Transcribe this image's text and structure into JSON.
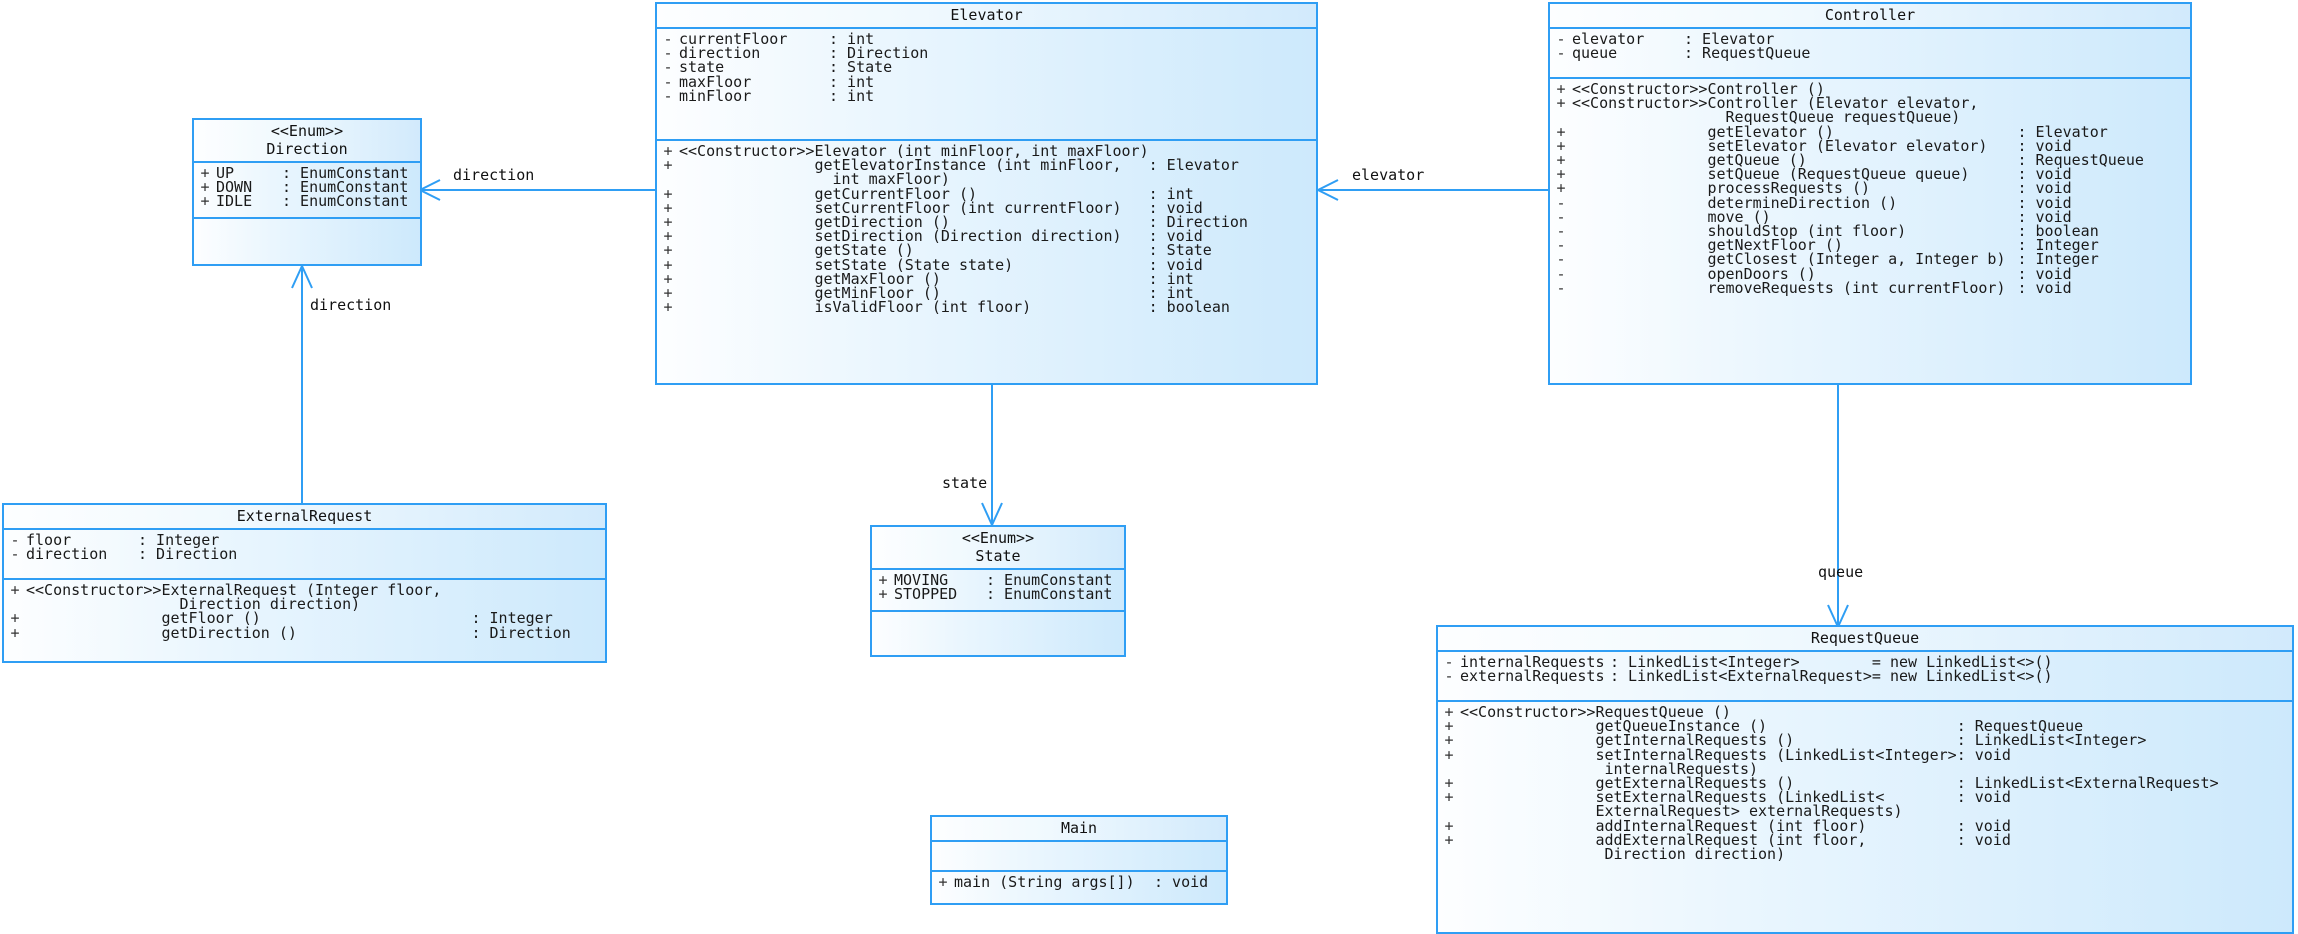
{
  "diagram": {
    "title": "Elevator System UML Class Diagram",
    "type": "uml-class-diagram",
    "background": "#ffffff",
    "colors": {
      "border": "#2f9ef4",
      "fill_light": "#fdfeff",
      "fill_dark": "#cde9fc",
      "edge": "#2f9ef4",
      "text": "#111111"
    }
  },
  "classes": {
    "elevator": {
      "name": "Elevator",
      "stereotype": "",
      "attributes": [
        {
          "vis": "-",
          "stereo": "",
          "sig": "currentFloor",
          "sep": ":",
          "type": "int"
        },
        {
          "vis": "-",
          "stereo": "",
          "sig": "direction",
          "sep": ":",
          "type": "Direction"
        },
        {
          "vis": "-",
          "stereo": "",
          "sig": "state",
          "sep": ":",
          "type": "State"
        },
        {
          "vis": "-",
          "stereo": "",
          "sig": "maxFloor",
          "sep": ":",
          "type": "int"
        },
        {
          "vis": "-",
          "stereo": "",
          "sig": "minFloor",
          "sep": ":",
          "type": "int"
        }
      ],
      "operations": [
        {
          "vis": "+",
          "stereo": "<<Constructor>>",
          "sig": "Elevator (int minFloor, int maxFloor)",
          "type": ""
        },
        {
          "vis": "+",
          "stereo": "",
          "sig": "getElevatorInstance (int minFloor,",
          "type": ": Elevator"
        },
        {
          "vis": "",
          "stereo": "",
          "sig": "  int maxFloor)",
          "type": "",
          "continuation": true
        },
        {
          "vis": "+",
          "stereo": "",
          "sig": "getCurrentFloor ()",
          "type": ": int"
        },
        {
          "vis": "+",
          "stereo": "",
          "sig": "setCurrentFloor (int currentFloor)",
          "type": ": void"
        },
        {
          "vis": "+",
          "stereo": "",
          "sig": "getDirection ()",
          "type": ": Direction"
        },
        {
          "vis": "+",
          "stereo": "",
          "sig": "setDirection (Direction direction)",
          "type": ": void"
        },
        {
          "vis": "+",
          "stereo": "",
          "sig": "getState ()",
          "type": ": State"
        },
        {
          "vis": "+",
          "stereo": "",
          "sig": "setState (State state)",
          "type": ": void"
        },
        {
          "vis": "+",
          "stereo": "",
          "sig": "getMaxFloor ()",
          "type": ": int"
        },
        {
          "vis": "+",
          "stereo": "",
          "sig": "getMinFloor ()",
          "type": ": int"
        },
        {
          "vis": "+",
          "stereo": "",
          "sig": "isValidFloor (int floor)",
          "type": ": boolean"
        }
      ]
    },
    "controller": {
      "name": "Controller",
      "stereotype": "",
      "attributes": [
        {
          "vis": "-",
          "stereo": "",
          "sig": "elevator",
          "sep": ":",
          "type": "Elevator"
        },
        {
          "vis": "-",
          "stereo": "",
          "sig": "queue",
          "sep": ":",
          "type": "RequestQueue"
        }
      ],
      "operations": [
        {
          "vis": "+",
          "stereo": "<<Constructor>>",
          "sig": "Controller ()",
          "type": ""
        },
        {
          "vis": "+",
          "stereo": "<<Constructor>>",
          "sig": "Controller (Elevator elevator,",
          "type": ""
        },
        {
          "vis": "",
          "stereo": "",
          "sig": "  RequestQueue requestQueue)",
          "type": "",
          "continuation": true
        },
        {
          "vis": "+",
          "stereo": "",
          "sig": "getElevator ()",
          "type": ": Elevator"
        },
        {
          "vis": "+",
          "stereo": "",
          "sig": "setElevator (Elevator elevator)",
          "type": ": void"
        },
        {
          "vis": "+",
          "stereo": "",
          "sig": "getQueue ()",
          "type": ": RequestQueue"
        },
        {
          "vis": "+",
          "stereo": "",
          "sig": "setQueue (RequestQueue queue)",
          "type": ": void"
        },
        {
          "vis": "+",
          "stereo": "",
          "sig": "processRequests ()",
          "type": ": void"
        },
        {
          "vis": "-",
          "stereo": "",
          "sig": "determineDirection ()",
          "type": ": void"
        },
        {
          "vis": "-",
          "stereo": "",
          "sig": "move ()",
          "type": ": void"
        },
        {
          "vis": "-",
          "stereo": "",
          "sig": "shouldStop (int floor)",
          "type": ": boolean"
        },
        {
          "vis": "-",
          "stereo": "",
          "sig": "getNextFloor ()",
          "type": ": Integer"
        },
        {
          "vis": "-",
          "stereo": "",
          "sig": "getClosest (Integer a, Integer b)",
          "type": ": Integer"
        },
        {
          "vis": "-",
          "stereo": "",
          "sig": "openDoors ()",
          "type": ": void"
        },
        {
          "vis": "-",
          "stereo": "",
          "sig": "removeRequests (int currentFloor)",
          "type": ": void"
        }
      ]
    },
    "direction": {
      "name": "Direction",
      "stereotype": "<<Enum>>",
      "attributes": [
        {
          "vis": "+",
          "stereo": "",
          "sig": "UP",
          "sep": ":",
          "type": "EnumConstant"
        },
        {
          "vis": "+",
          "stereo": "",
          "sig": "DOWN",
          "sep": ":",
          "type": "EnumConstant"
        },
        {
          "vis": "+",
          "stereo": "",
          "sig": "IDLE",
          "sep": ":",
          "type": "EnumConstant"
        }
      ],
      "operations": []
    },
    "state": {
      "name": "State",
      "stereotype": "<<Enum>>",
      "attributes": [
        {
          "vis": "+",
          "stereo": "",
          "sig": "MOVING",
          "sep": ":",
          "type": "EnumConstant"
        },
        {
          "vis": "+",
          "stereo": "",
          "sig": "STOPPED",
          "sep": ":",
          "type": "EnumConstant"
        }
      ],
      "operations": []
    },
    "external_request": {
      "name": "ExternalRequest",
      "stereotype": "",
      "attributes": [
        {
          "vis": "-",
          "stereo": "",
          "sig": "floor",
          "sep": ":",
          "type": "Integer"
        },
        {
          "vis": "-",
          "stereo": "",
          "sig": "direction",
          "sep": ":",
          "type": "Direction"
        }
      ],
      "operations": [
        {
          "vis": "+",
          "stereo": "<<Constructor>>",
          "sig": "ExternalRequest (Integer floor,",
          "type": ""
        },
        {
          "vis": "",
          "stereo": "",
          "sig": "  Direction direction)",
          "type": "",
          "continuation": true
        },
        {
          "vis": "+",
          "stereo": "",
          "sig": "getFloor ()",
          "type": ": Integer"
        },
        {
          "vis": "+",
          "stereo": "",
          "sig": "getDirection ()",
          "type": ": Direction"
        }
      ]
    },
    "request_queue": {
      "name": "RequestQueue",
      "stereotype": "",
      "attributes": [
        {
          "vis": "-",
          "stereo": "",
          "sig": "internalRequests",
          "sep": ":",
          "type": "LinkedList<Integer>",
          "default": "= new LinkedList<>()"
        },
        {
          "vis": "-",
          "stereo": "",
          "sig": "externalRequests",
          "sep": ":",
          "type": "LinkedList<ExternalRequest>",
          "default": "= new LinkedList<>()"
        }
      ],
      "operations": [
        {
          "vis": "+",
          "stereo": "<<Constructor>>",
          "sig": "RequestQueue ()",
          "type": ""
        },
        {
          "vis": "+",
          "stereo": "",
          "sig": "getQueueInstance ()",
          "type": ": RequestQueue"
        },
        {
          "vis": "+",
          "stereo": "",
          "sig": "getInternalRequests ()",
          "type": ": LinkedList<Integer>"
        },
        {
          "vis": "+",
          "stereo": "",
          "sig": "setInternalRequests (LinkedList<Integer>",
          "type": ": void"
        },
        {
          "vis": "",
          "stereo": "",
          "sig": " internalRequests)",
          "type": "",
          "continuation": true
        },
        {
          "vis": "+",
          "stereo": "",
          "sig": "getExternalRequests ()",
          "type": ": LinkedList<ExternalRequest>"
        },
        {
          "vis": "+",
          "stereo": "",
          "sig": "setExternalRequests (LinkedList<",
          "type": ": void"
        },
        {
          "vis": "",
          "stereo": "",
          "sig": "ExternalRequest> externalRequests)",
          "type": "",
          "continuation": true
        },
        {
          "vis": "+",
          "stereo": "",
          "sig": "addInternalRequest (int floor)",
          "type": ": void"
        },
        {
          "vis": "+",
          "stereo": "",
          "sig": "addExternalRequest (int floor,",
          "type": ": void"
        },
        {
          "vis": "",
          "stereo": "",
          "sig": " Direction direction)",
          "type": "",
          "continuation": true
        }
      ]
    },
    "main": {
      "name": "Main",
      "stereotype": "",
      "attributes": [],
      "operations": [
        {
          "vis": "+",
          "stereo": "",
          "sig": "main (String args[])",
          "type": ": void"
        }
      ]
    }
  },
  "associations": [
    {
      "id": "elevator-direction",
      "label": "direction",
      "from": "Elevator",
      "to": "Direction"
    },
    {
      "id": "externalrequest-direction",
      "label": "direction",
      "from": "ExternalRequest",
      "to": "Direction"
    },
    {
      "id": "elevator-state",
      "label": "state",
      "from": "Elevator",
      "to": "State"
    },
    {
      "id": "controller-elevator",
      "label": "elevator",
      "from": "Controller",
      "to": "Elevator"
    },
    {
      "id": "controller-queue",
      "label": "queue",
      "from": "Controller",
      "to": "RequestQueue"
    }
  ]
}
